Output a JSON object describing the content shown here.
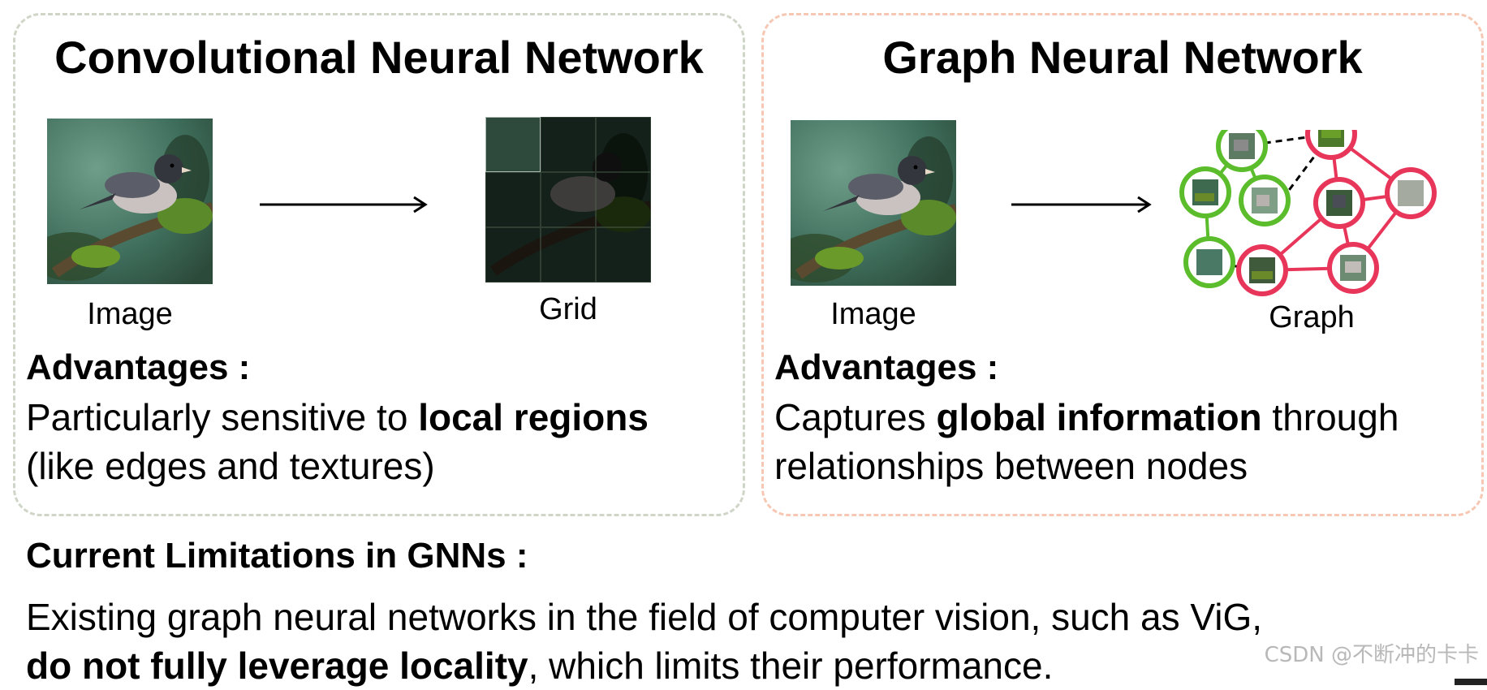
{
  "cnn": {
    "title": "Convolutional Neural Network",
    "image_caption": "Image",
    "grid_caption": "Grid",
    "advantages_heading": "Advantages :",
    "advantages_pre": "Particularly sensitive to ",
    "advantages_bold": "local regions",
    "advantages_post": "(like edges and textures)"
  },
  "gnn": {
    "title": "Graph Neural Network",
    "image_caption": "Image",
    "graph_caption": "Graph",
    "advantages_heading": "Advantages :",
    "advantages_pre": "Captures ",
    "advantages_bold": "global information",
    "advantages_mid": " through",
    "advantages_post": "relationships between nodes"
  },
  "limitations": {
    "heading": "Current Limitations in GNNs :",
    "line1": "Existing graph neural networks in the field of computer vision, such as ViG,",
    "line2_bold": "do not fully leverage locality",
    "line2_post": ", which limits their performance."
  },
  "watermark": "CSDN @不断冲的卡卡",
  "colors": {
    "cnn_border": "#cfd6c8",
    "gnn_border": "#f6c8b4",
    "node_green": "#5bbd2b",
    "node_red": "#e8365a",
    "edge_red": "#e8365a",
    "edge_dashed": "#000000"
  }
}
